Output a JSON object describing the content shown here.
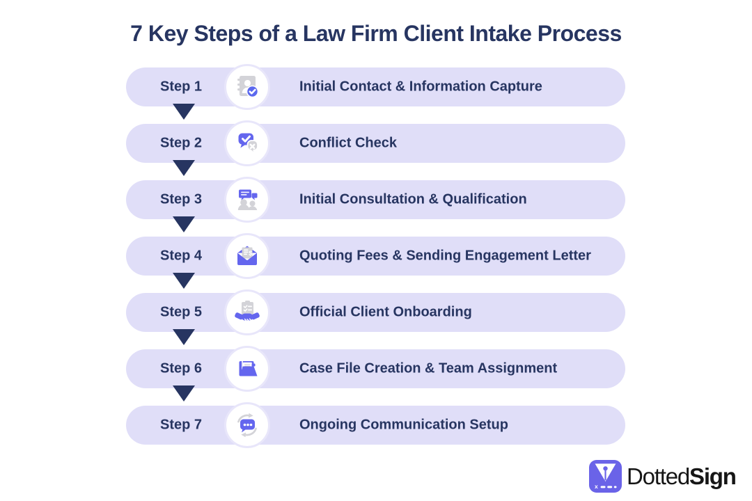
{
  "title": "7 Key Steps of a Law Firm Client Intake Process",
  "steps": [
    {
      "label": "Step 1",
      "description": "Initial Contact & Information Capture",
      "icon": "contact-book-check-icon"
    },
    {
      "label": "Step 2",
      "description": "Conflict Check",
      "icon": "conflict-check-bubbles-icon"
    },
    {
      "label": "Step 3",
      "description": "Initial Consultation & Qualification",
      "icon": "consultation-people-icon"
    },
    {
      "label": "Step 4",
      "description": "Quoting Fees & Sending Engagement Letter",
      "icon": "engagement-letter-envelope-icon"
    },
    {
      "label": "Step 5",
      "description": "Official Client Onboarding",
      "icon": "onboarding-handshake-icon"
    },
    {
      "label": "Step 6",
      "description": "Case File Creation & Team Assignment",
      "icon": "case-file-folder-icon"
    },
    {
      "label": "Step 7",
      "description": "Ongoing Communication Setup",
      "icon": "communication-sync-icon"
    }
  ],
  "logo": {
    "brand_light": "Dotted",
    "brand_bold": "Sign"
  },
  "colors": {
    "accent_purple": "#6466EE",
    "badge_blue": "#5B68EE",
    "pill_background": "#E0DEF8",
    "navy_text": "#273561",
    "icon_gray": "#D3D3D8",
    "logo_purple": "#6A63E8",
    "logo_text": "#161616"
  }
}
